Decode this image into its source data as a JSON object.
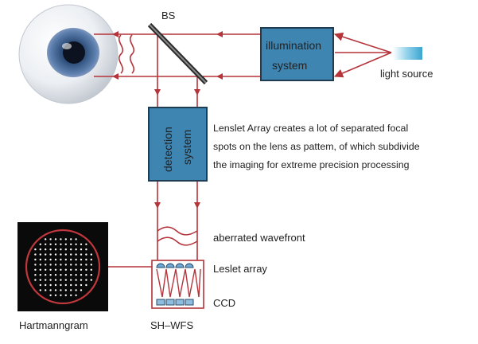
{
  "labels": {
    "beam_splitter": "BS",
    "illumination_line1": "illumination",
    "illumination_line2": "system",
    "light_source": "light source",
    "detection_line1": "detection",
    "detection_line2": "system",
    "aberrated_wavefront": "aberrated wavefront",
    "lenslet_array": "Leslet array",
    "ccd": "CCD",
    "hartmanngram": "Hartmanngram",
    "sh_wfs": "SH–WFS"
  },
  "description": {
    "lines": [
      "Lenslet Array creates a lot of separated focal",
      "spots on the lens as pattem, of which subdivide",
      "the imaging for extreme precision processing"
    ]
  },
  "colors": {
    "beam": "#b4343a",
    "box_fill": "#3f85b2",
    "box_stroke": "#1e3d52",
    "light_source": "#5ab4d6",
    "hartmann_bg": "#0a0a0a",
    "hartmann_ring": "#c0373c",
    "text": "#222222"
  },
  "icons": {
    "eye": "eye-icon",
    "light_source": "light-source-icon"
  }
}
